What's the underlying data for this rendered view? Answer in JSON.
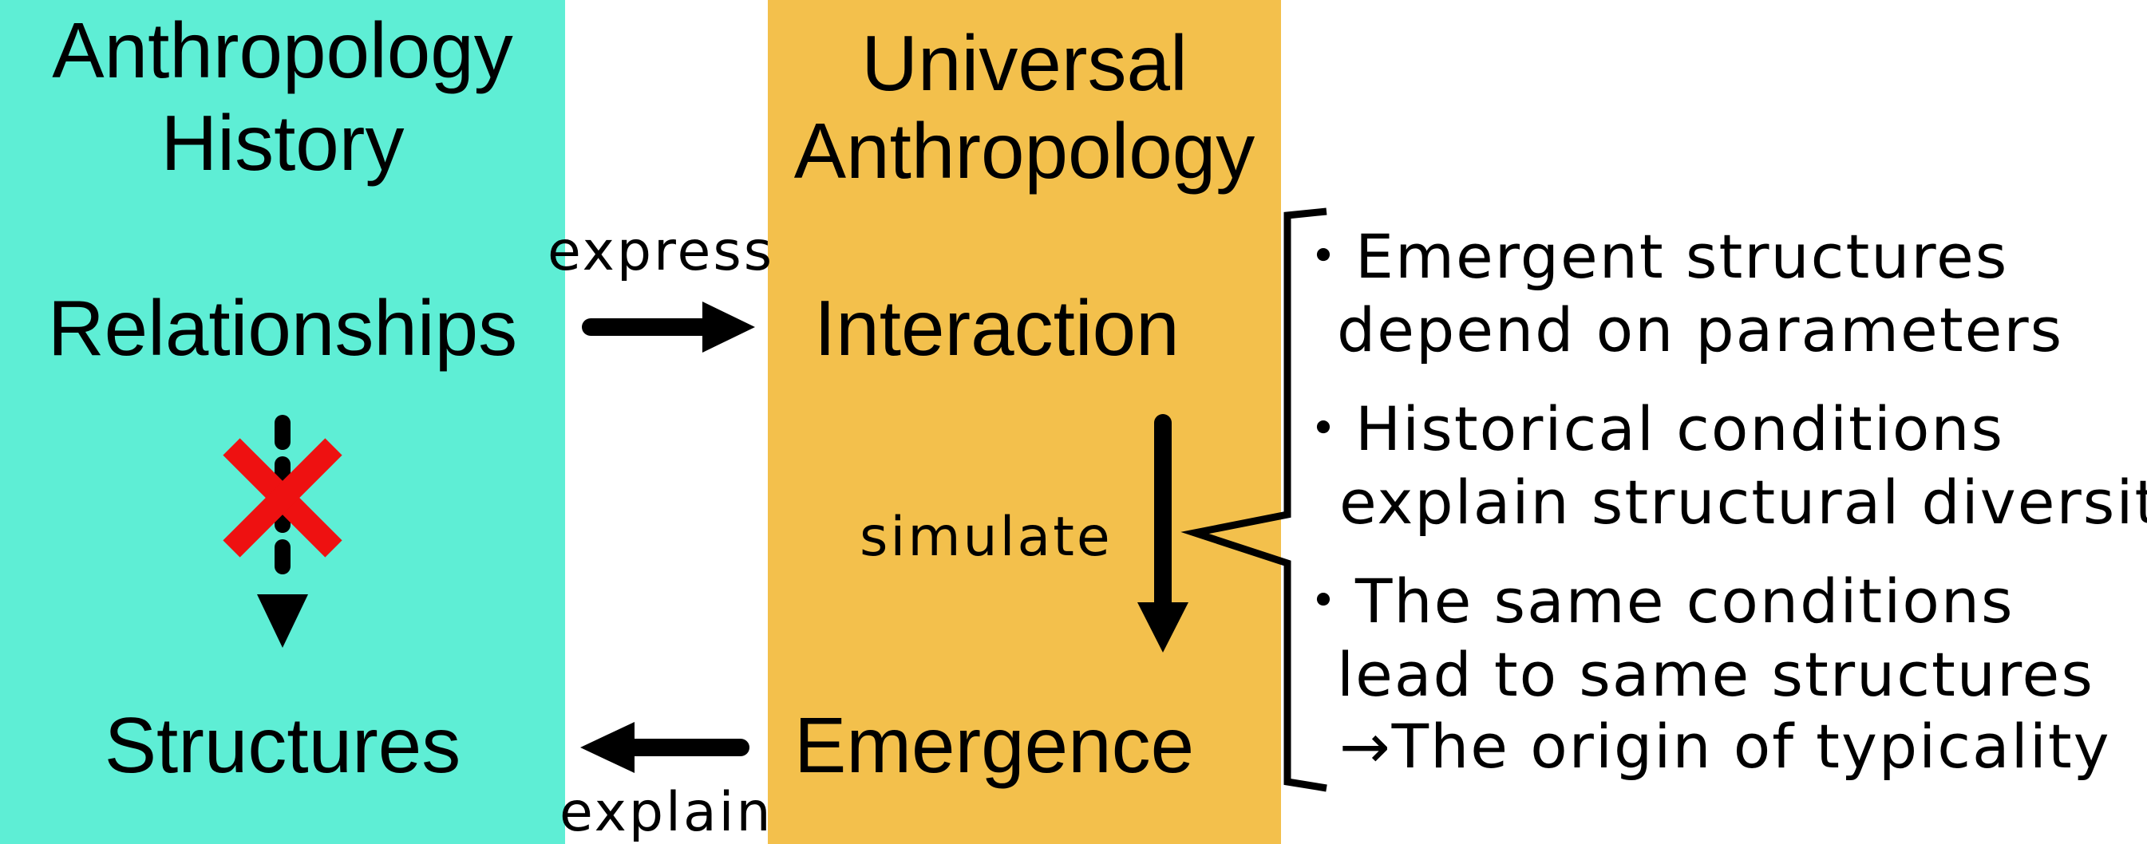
{
  "left_panel": {
    "title_line1": "Anthropology",
    "title_line2": "History",
    "relationships": "Relationships",
    "structures": "Structures",
    "color": "#5eeed5"
  },
  "middle_panel": {
    "title_line1": "Universal",
    "title_line2": "Anthropology",
    "interaction": "Interaction",
    "emergence": "Emergence",
    "color": "#f3c04c"
  },
  "arrows": {
    "express": "express",
    "explain": "explain",
    "simulate": "simulate"
  },
  "bullets": [
    {
      "line1": "・Emergent structures",
      "line2": " depend on parameters",
      "line3": ""
    },
    {
      "line1": "・Historical conditions",
      "line2": "explain structural diversity",
      "line3": ""
    },
    {
      "line1": "・The same conditions",
      "line2": " lead to same structures",
      "line3": "→The origin of typicality"
    }
  ],
  "cross_color": "#ee1111"
}
